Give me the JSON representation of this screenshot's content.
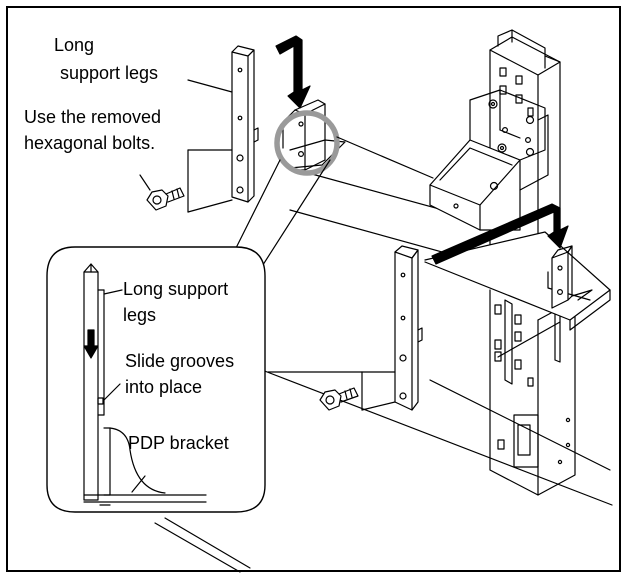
{
  "labels": {
    "long_support_legs_top_line1": "Long",
    "long_support_legs_top_line2": "support legs",
    "removed_bolts_line1": "Use the removed",
    "removed_bolts_line2": "hexagonal bolts.",
    "inset_long_support_line1": "Long support",
    "inset_long_support_line2": "legs",
    "slide_grooves_line1": "Slide grooves",
    "slide_grooves_line2": "into place",
    "pdp_bracket": "PDP bracket"
  },
  "colors": {
    "line": "#000000",
    "highlight_circle": "#9a9a9a",
    "background": "#ffffff"
  },
  "icons": [
    "down-arrow-icon",
    "hex-bolt-icon",
    "magnifier-callout-icon"
  ]
}
